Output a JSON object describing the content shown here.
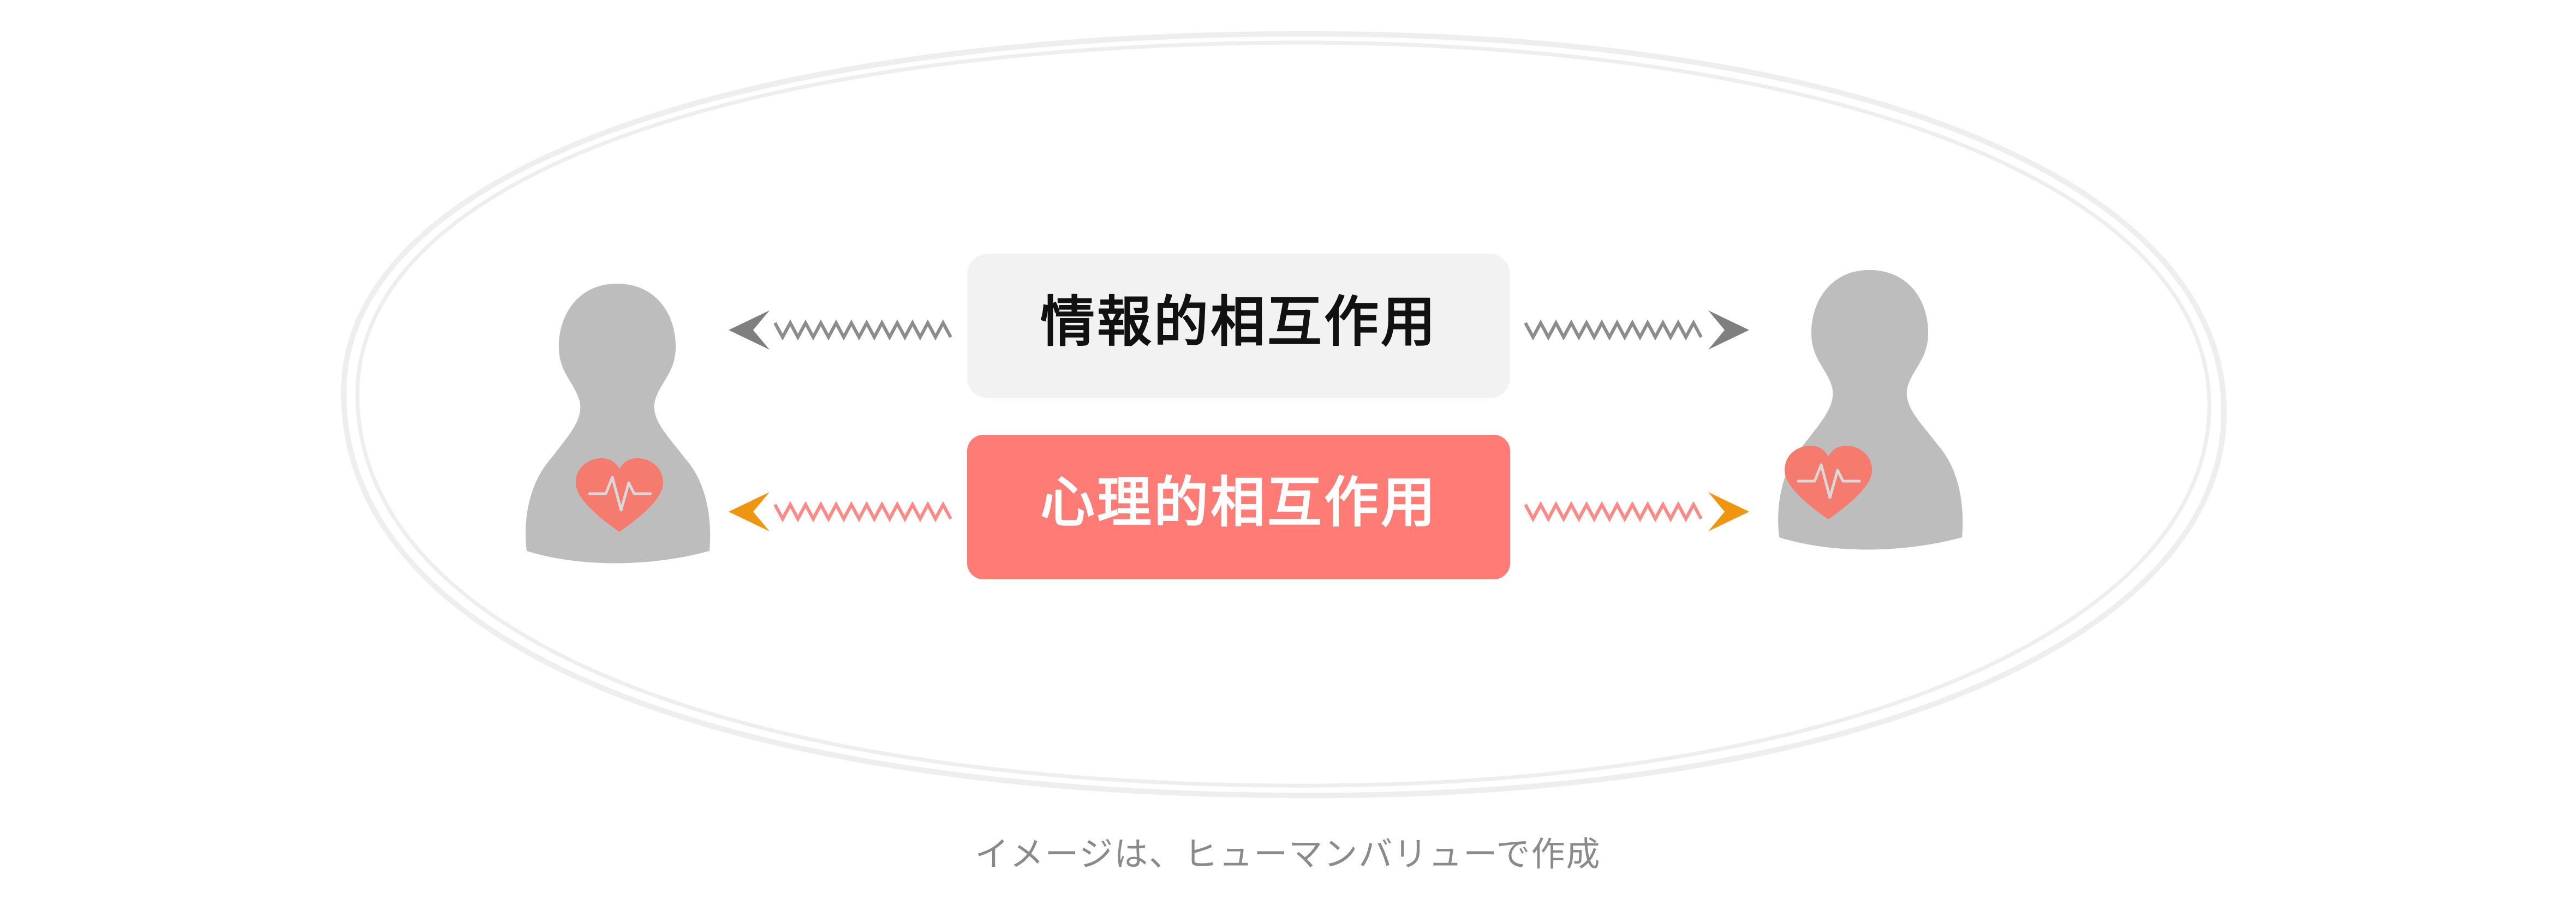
{
  "labels": {
    "information": "情報的相互作用",
    "psychological": "心理的相互作用"
  },
  "caption": "イメージは、ヒューマンバリューで作成",
  "colors": {
    "ellipse_stroke": "#eeeeee",
    "figure": "#bdbdbd",
    "heart": "#f47b6e",
    "heartbeat_line": "#d9d9d9",
    "info_box": "#f2f2f2",
    "info_text": "#111111",
    "psych_box": "#ff7b76",
    "psych_text": "#ffffff",
    "info_zigzag": "#8c8c8c",
    "info_arrowhead": "#7f7f7f",
    "psych_zigzag": "#ff8a85",
    "psych_arrowhead": "#f0950f"
  },
  "icons": [
    "person-icon-left",
    "person-icon-right",
    "heart-icon"
  ]
}
